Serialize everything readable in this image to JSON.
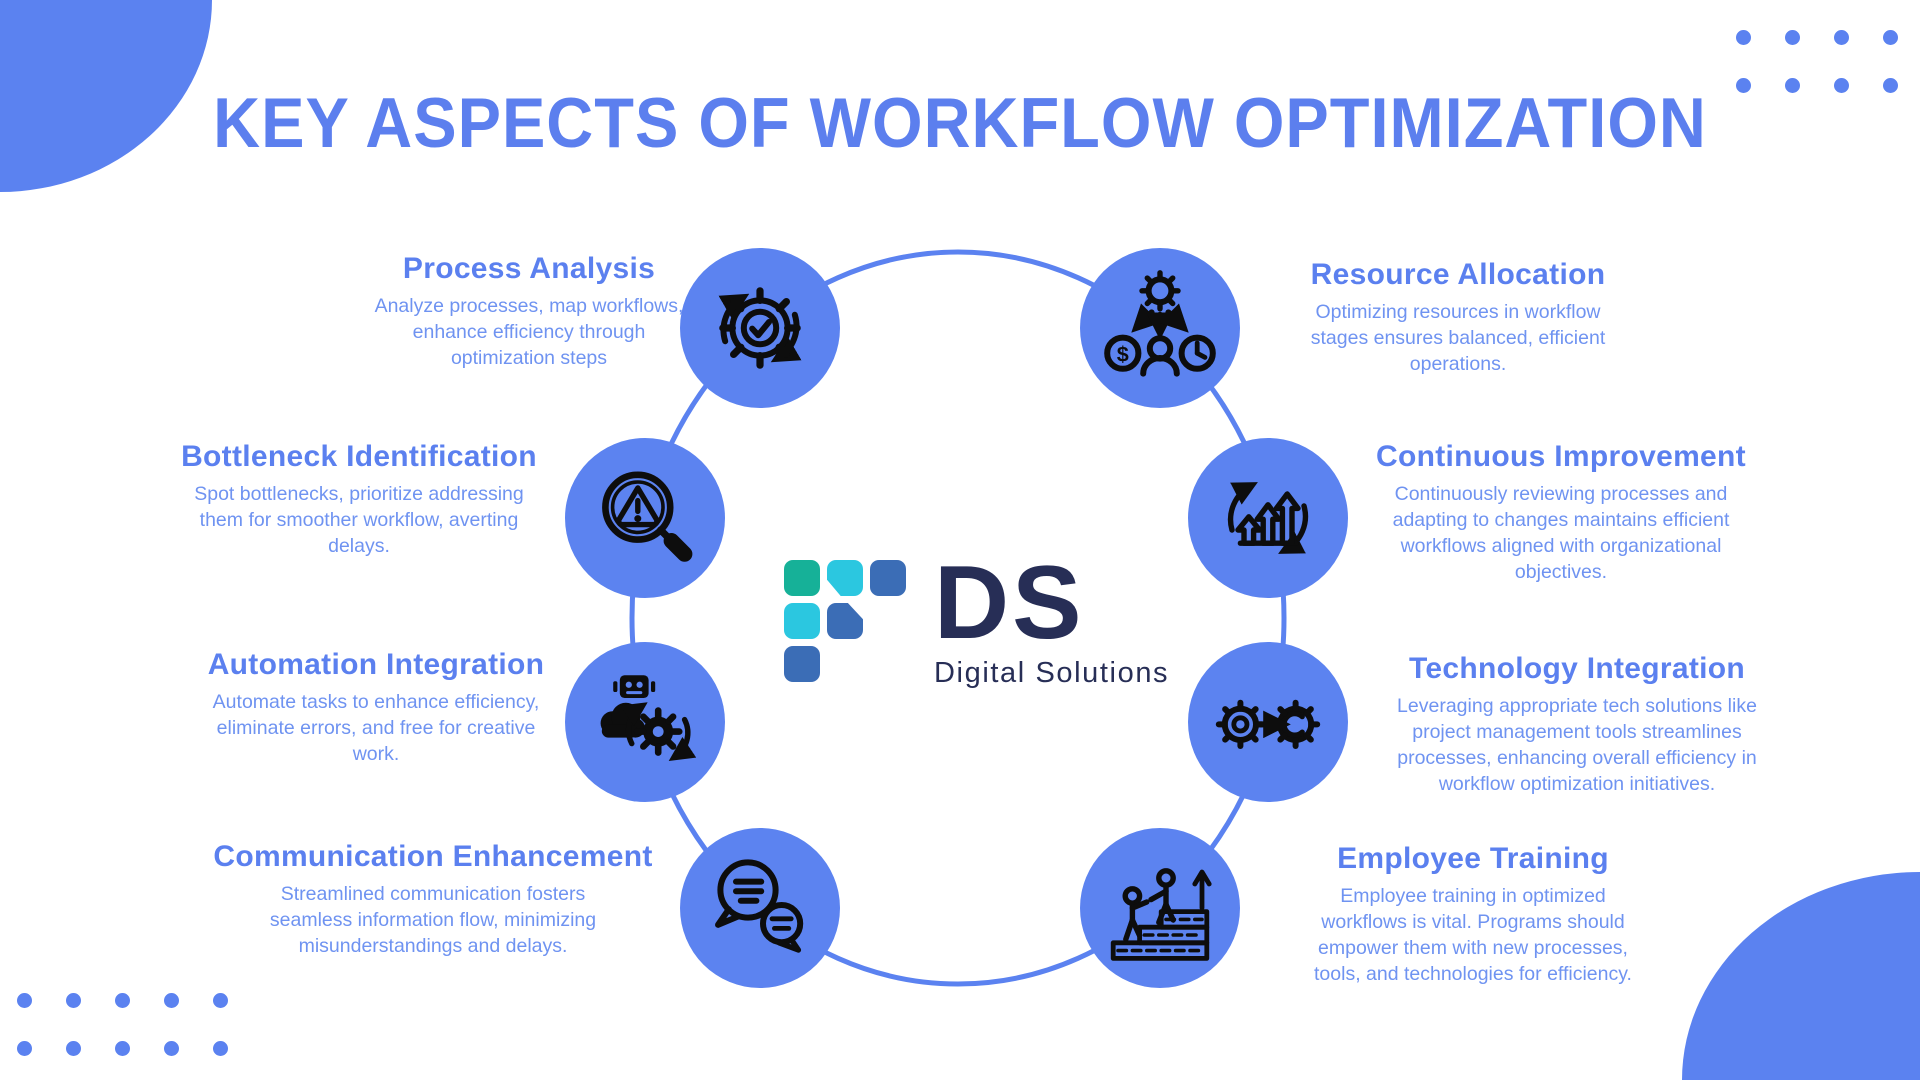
{
  "title": "KEY ASPECTS OF WORKFLOW OPTIMIZATION",
  "logo": {
    "abbr": "DS",
    "name": "Digital Solutions"
  },
  "sections": [
    {
      "id": "process-analysis",
      "title": "Process Analysis",
      "icon": "gear-checkmark-cycle-icon",
      "description": "Analyze processes, map workflows, enhance efficiency through optimization steps"
    },
    {
      "id": "bottleneck-identification",
      "title": "Bottleneck Identification",
      "icon": "magnifier-warning-icon",
      "description": "Spot bottlenecks, prioritize addressing them for smoother workflow, averting delays."
    },
    {
      "id": "automation-integration",
      "title": "Automation Integration",
      "icon": "robot-automation-icon",
      "description": "Automate tasks to enhance efficiency, eliminate errors, and free for creative work."
    },
    {
      "id": "communication-enhancement",
      "title": "Communication Enhancement",
      "icon": "chat-bubbles-icon",
      "description": "Streamlined communication fosters seamless information flow, minimizing misunderstandings and delays."
    },
    {
      "id": "resource-allocation",
      "title": "Resource Allocation",
      "icon": "gear-allocation-icon",
      "description": "Optimizing resources in workflow stages ensures balanced, efficient operations."
    },
    {
      "id": "continuous-improvement",
      "title": "Continuous Improvement",
      "icon": "growth-arrows-cycle-icon",
      "description": "Continuously reviewing processes and adapting to changes maintains efficient workflows aligned with organizational objectives."
    },
    {
      "id": "technology-integration",
      "title": "Technology Integration",
      "icon": "gears-arrow-icon",
      "description": "Leveraging appropriate tech solutions like project management tools streamlines processes, enhancing overall efficiency in workflow optimization initiatives."
    },
    {
      "id": "employee-training",
      "title": "Employee Training",
      "icon": "training-steps-icon",
      "description": "Employee training in optimized workflows is vital. Programs should empower them with new processes, tools, and technologies for efficiency."
    }
  ],
  "colors": {
    "title_blue": "#5c7fee",
    "heading_blue": "#5b80ef",
    "body_blue": "#6f93f1",
    "node_fill": "#5c83f0",
    "ring_blue": "#5b82f0",
    "icon_stroke": "#0d0d0d",
    "logo_green": "#16b198",
    "logo_cyan": "#2bc7e0",
    "logo_blue": "#3b6db6",
    "logo_navy": "#272e56"
  },
  "decor": {
    "top_right_dots": {
      "rows": 2,
      "cols": 4
    },
    "bottom_left_dots": {
      "rows": 2,
      "cols": 5
    }
  }
}
